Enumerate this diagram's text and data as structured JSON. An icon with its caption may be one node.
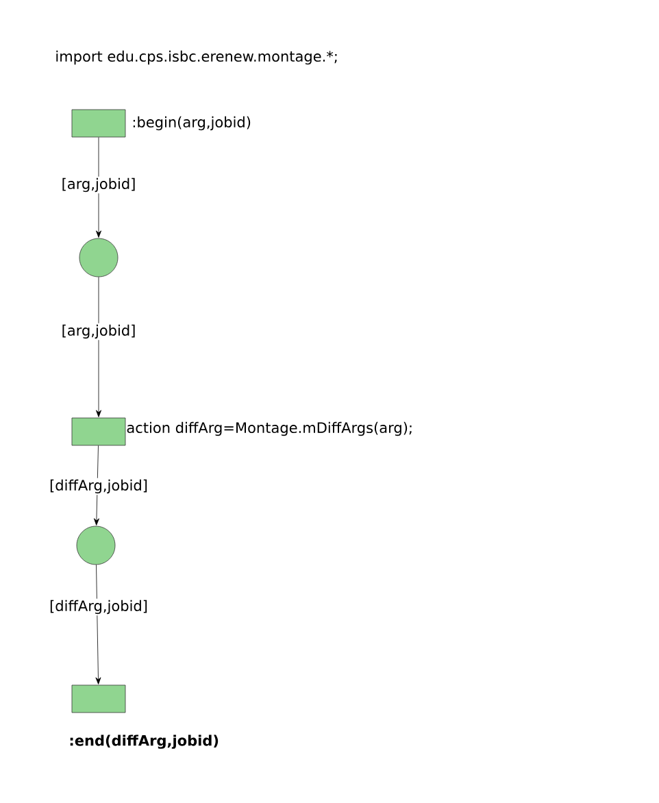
{
  "diagram": {
    "title": "import edu.cps.isbc.erenew.montage.*;",
    "nodes": [
      {
        "text": [],
        "shape": "box",
        "beside": [
          ":begin(arg,jobid)"
        ]
      },
      {
        "text": [],
        "shape": "circle"
      },
      {
        "text": [],
        "shape": "box",
        "beside": [
          "action diffArg=Montage.mDiffArgs(arg);"
        ]
      },
      {
        "text": [],
        "shape": "circle"
      },
      {
        "text": [],
        "shape": "box",
        "beside": [
          ":end(diffArg,jobid)"
        ]
      }
    ],
    "edges": [
      {
        "from": 0,
        "to": 1,
        "arrow": "to",
        "label": "[arg,jobid]"
      },
      {
        "from": 1,
        "to": 2,
        "arrow": "to",
        "label": "[arg,jobid]"
      },
      {
        "from": 2,
        "to": 3,
        "arrow": "to",
        "label": "[diffArg,jobid]"
      },
      {
        "from": 3,
        "to": 4,
        "arrow": "to",
        "label": "[diffArg,jobid]"
      }
    ]
  }
}
